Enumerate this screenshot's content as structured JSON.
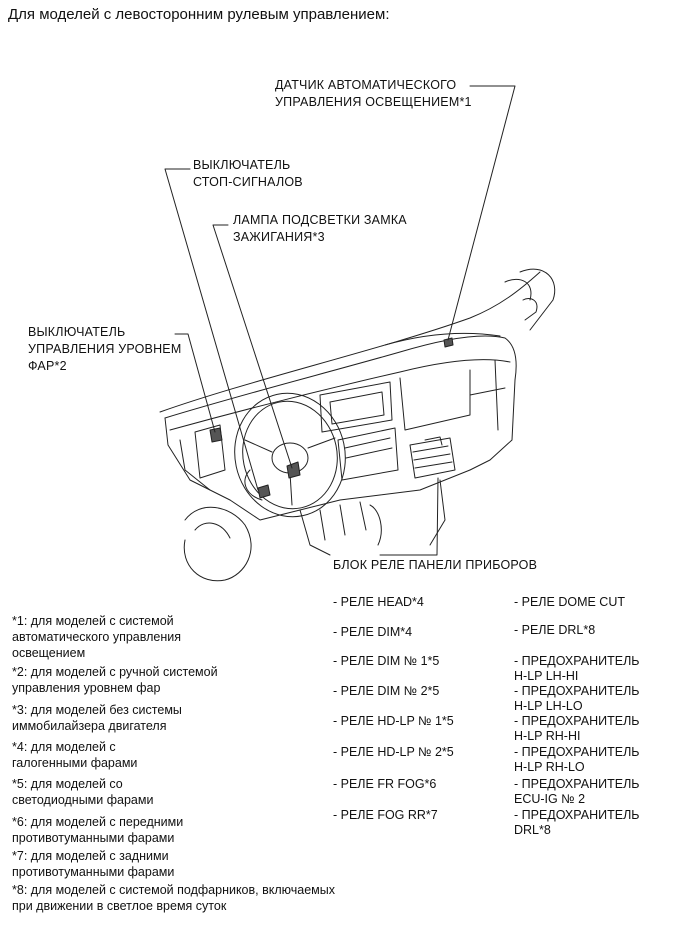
{
  "title": "Для моделей с левосторонним рулевым управлением:",
  "callouts": {
    "light_sensor": [
      "ДАТЧИК АВТОМАТИЧЕСКОГО",
      "УПРАВЛЕНИЯ ОСВЕЩЕНИЕМ*1"
    ],
    "stop_switch": [
      "ВЫКЛЮЧАТЕЛЬ",
      "СТОП-СИГНАЛОВ"
    ],
    "ignition_lamp": [
      "ЛАМПА ПОДСВЕТКИ ЗАМКА",
      "ЗАЖИГАНИЯ*3"
    ],
    "leveling_switch": [
      "ВЫКЛЮЧАТЕЛЬ",
      "УПРАВЛЕНИЯ УРОВНЕМ",
      "ФАР*2"
    ],
    "relay_block": [
      "БЛОК РЕЛЕ ПАНЕЛИ ПРИБОРОВ"
    ]
  },
  "footnotes": [
    [
      "*1: для моделей с системой",
      "автоматического управления",
      "освещением"
    ],
    [
      "*2: для моделей с ручной системой",
      "управления уровнем фар"
    ],
    [
      "*3: для моделей без системы",
      "иммобилайзера двигателя"
    ],
    [
      "*4: для моделей с",
      "галогенными фарами"
    ],
    [
      "*5: для моделей со",
      "светодиодными фарами"
    ],
    [
      "*6: для моделей с передними",
      "противотуманными фарами"
    ],
    [
      "*7: для моделей с задними",
      "противотуманными фарами"
    ],
    [
      "*8: для моделей с системой подфарников, включаемых",
      "при движении в светлое время суток"
    ]
  ],
  "relays_left": [
    [
      "- РЕЛЕ HEAD*4"
    ],
    [
      "- РЕЛЕ DIM*4"
    ],
    [
      "- РЕЛЕ DIM №  1*5"
    ],
    [
      "- РЕЛЕ DIM №  2*5"
    ],
    [
      "- РЕЛЕ HD-LP № 1*5"
    ],
    [
      "- РЕЛЕ HD-LP № 2*5"
    ],
    [
      "- РЕЛЕ FR FOG*6"
    ],
    [
      "- РЕЛЕ FOG RR*7"
    ]
  ],
  "relays_right": [
    [
      "- РЕЛЕ DOME CUT"
    ],
    [
      "- РЕЛЕ DRL*8"
    ],
    [
      "- ПРЕДОХРАНИТЕЛЬ",
      "H-LP LH-HI"
    ],
    [
      "- ПРЕДОХРАНИТЕЛЬ",
      "H-LP LH-LO"
    ],
    [
      "- ПРЕДОХРАНИТЕЛЬ",
      "H-LP RH-HI"
    ],
    [
      "- ПРЕДОХРАНИТЕЛЬ",
      "H-LP RH-LO"
    ],
    [
      "- ПРЕДОХРАНИТЕЛЬ",
      "ECU-IG № 2"
    ],
    [
      "- ПРЕДОХРАНИТЕЛЬ",
      "DRL*8"
    ]
  ]
}
